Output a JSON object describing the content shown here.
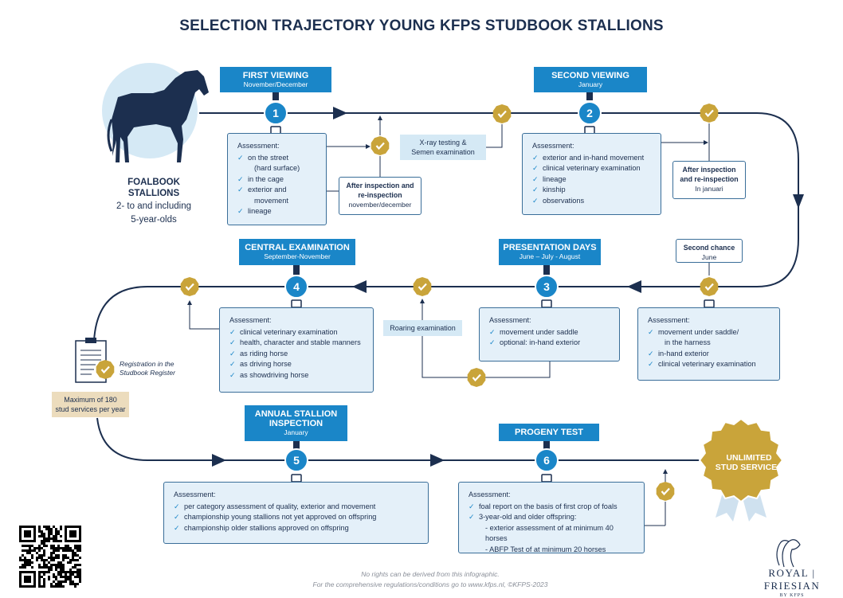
{
  "title": "SELECTION TRAJECTORY YOUNG KFPS STUDBOOK STALLIONS",
  "foalbook": {
    "line1": "FOALBOOK",
    "line2": "STALLIONS",
    "line3": "2- to and including",
    "line4": "5-year-olds"
  },
  "stages": [
    {
      "number": "1",
      "name": "FIRST VIEWING",
      "date": "November/December"
    },
    {
      "number": "2",
      "name": "SECOND VIEWING",
      "date": "January"
    },
    {
      "number": "3",
      "name": "PRESENTATION DAYS",
      "date": "June – July - August"
    },
    {
      "number": "4",
      "name": "CENTRAL EXAMINATION",
      "date": "September-November"
    },
    {
      "number": "5",
      "name_line1": "ANNUAL STALLION",
      "name_line2": "INSPECTION",
      "date": "January"
    },
    {
      "number": "6",
      "name": "PROGENY TEST"
    }
  ],
  "assessments": {
    "first": {
      "title": "Assessment:",
      "items": [
        "on the street",
        "(hard surface)",
        "in the cage",
        "exterior and",
        "movement",
        "lineage"
      ]
    },
    "second": {
      "title": "Assessment:",
      "items": [
        "exterior and in-hand movement",
        "clinical veterinary examination",
        "lineage",
        "kinship",
        "observations"
      ]
    },
    "chance": {
      "title": "Assessment:",
      "items": [
        "movement under saddle/",
        "in the harness",
        "in-hand exterior",
        "clinical veterinary examination"
      ]
    },
    "presentation": {
      "title": "Assessment:",
      "items": [
        "movement under saddle",
        "optional: in-hand exterior"
      ]
    },
    "central": {
      "title": "Assessment:",
      "items": [
        "clinical veterinary examination",
        "health, character and stable manners",
        "as riding horse",
        "as driving horse",
        "as showdriving horse"
      ]
    },
    "annual": {
      "title": "Assessment:",
      "items": [
        "per category assessment of quality, exterior and movement",
        "championship young stallions not yet approved on offspring",
        "championship older stallions approved on offspring"
      ]
    },
    "progeny": {
      "title": "Assessment:",
      "items": [
        "foal report on the basis of first crop of foals",
        "3-year-old and older offspring:",
        "- exterior assessment of at minimum 40 horses",
        "- ABFP Test of at minimum 20 horses"
      ]
    }
  },
  "notes": {
    "reinspection1": {
      "bold1": "After inspection and",
      "bold2": "re-inspection",
      "sub": "november/december"
    },
    "reinspection2": {
      "bold1": "After inspection",
      "bold2": "and re-inspection",
      "sub": "In januari"
    },
    "second_chance": {
      "bold": "Second chance",
      "sub": "June"
    }
  },
  "labels": {
    "xray_line1": "X-ray testing &",
    "xray_line2": "Semen examination",
    "roaring": "Roaring examination",
    "registration_line1": "Registration in the",
    "registration_line2": "Studbook Register",
    "max_line1": "Maximum of 180",
    "max_line2": "stud services per year",
    "unlimited_line1": "UNLIMITED",
    "unlimited_line2": "STUD SERVICES"
  },
  "footer": {
    "line1": "No rights can be derived from this infographic.",
    "line2": "For the comprehensive regulations/conditions go to www.kfps.nl, ©KFPS-2023"
  },
  "brand": {
    "name_left": "ROYAL",
    "name_right": "FRIESIAN",
    "sub": "BY KFPS"
  },
  "icons": [
    "horse-icon",
    "checkmark-badge-icon",
    "clipboard-icon",
    "qr-code-icon",
    "rosette-icon",
    "friesian-horse-logo-icon"
  ],
  "colors": {
    "navy": "#1c2f4f",
    "blue": "#1a86c8",
    "light_blue": "#e4f0f9",
    "gold": "#c9a43a",
    "tan": "#ecdcbd"
  }
}
